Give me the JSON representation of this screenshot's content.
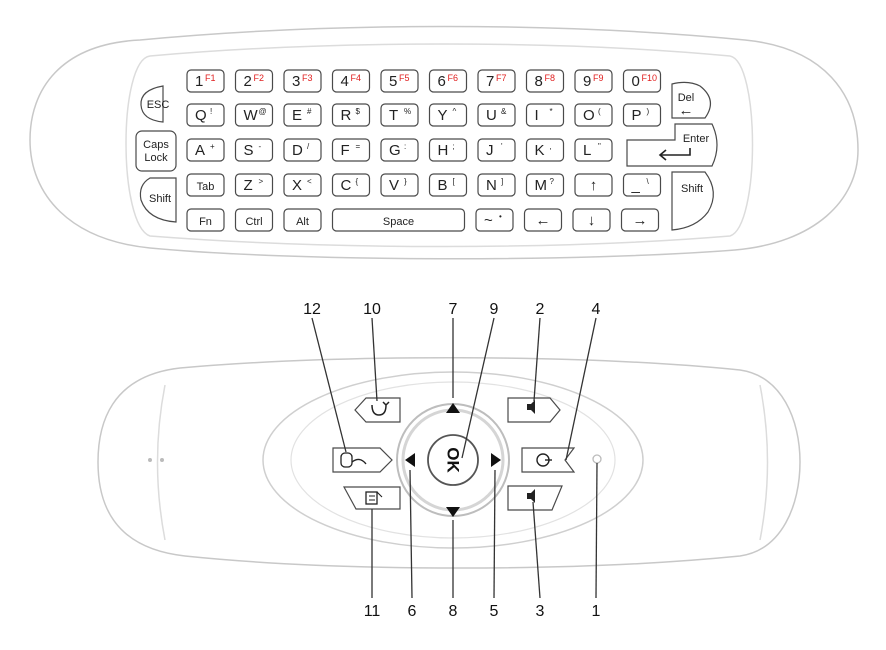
{
  "keyboard": {
    "rows": [
      [
        {
          "main": "1",
          "fn": "F1"
        },
        {
          "main": "2",
          "fn": "F2"
        },
        {
          "main": "3",
          "fn": "F3"
        },
        {
          "main": "4",
          "fn": "F4"
        },
        {
          "main": "5",
          "fn": "F5"
        },
        {
          "main": "6",
          "fn": "F6"
        },
        {
          "main": "7",
          "fn": "F7"
        },
        {
          "main": "8",
          "fn": "F8"
        },
        {
          "main": "9",
          "fn": "F9"
        },
        {
          "main": "0",
          "fn": "F10"
        }
      ],
      [
        {
          "main": "Q",
          "sub": "!"
        },
        {
          "main": "W",
          "sub": "@"
        },
        {
          "main": "E",
          "sub": "#"
        },
        {
          "main": "R",
          "sub": "$"
        },
        {
          "main": "T",
          "sub": "%"
        },
        {
          "main": "Y",
          "sub": "^"
        },
        {
          "main": "U",
          "sub": "&"
        },
        {
          "main": "I",
          "sub": "*"
        },
        {
          "main": "O",
          "sub": "("
        },
        {
          "main": "P",
          "sub": ")"
        }
      ],
      [
        {
          "main": "A",
          "sub": "+"
        },
        {
          "main": "S",
          "sub": "-"
        },
        {
          "main": "D",
          "sub": "/"
        },
        {
          "main": "F",
          "sub": "="
        },
        {
          "main": "G",
          "sub": ":"
        },
        {
          "main": "H",
          "sub": ";"
        },
        {
          "main": "J",
          "sub": "'"
        },
        {
          "main": "K",
          "sub": ","
        },
        {
          "main": "L",
          "sub": "\""
        }
      ],
      [
        {
          "main": "Tab"
        },
        {
          "main": "Z",
          "sub": ">"
        },
        {
          "main": "X",
          "sub": "<"
        },
        {
          "main": "C",
          "sub": "{"
        },
        {
          "main": "V",
          "sub": "}"
        },
        {
          "main": "B",
          "sub": "["
        },
        {
          "main": "N",
          "sub": "]"
        },
        {
          "main": "M",
          "sub": "?"
        },
        {
          "main": "↑"
        },
        {
          "main": "_",
          "sub": "\\"
        }
      ],
      [
        {
          "main": "Fn"
        },
        {
          "main": "Ctrl"
        },
        {
          "main": "Alt"
        },
        {
          "main": "Space"
        },
        {
          "main": "~",
          "sub": "•"
        },
        {
          "main": "←"
        },
        {
          "main": "↓"
        },
        {
          "main": "→"
        }
      ]
    ],
    "left_keys": [
      "ESC",
      "Caps",
      "Lock",
      "Shift"
    ],
    "right_keys": {
      "del": "Del",
      "del_arrow": "←",
      "enter": "Enter",
      "shift": "Shift"
    }
  },
  "remote": {
    "ok_label": "OK",
    "callouts": [
      "12",
      "10",
      "7",
      "9",
      "2",
      "4",
      "11",
      "6",
      "8",
      "5",
      "3",
      "1"
    ]
  }
}
